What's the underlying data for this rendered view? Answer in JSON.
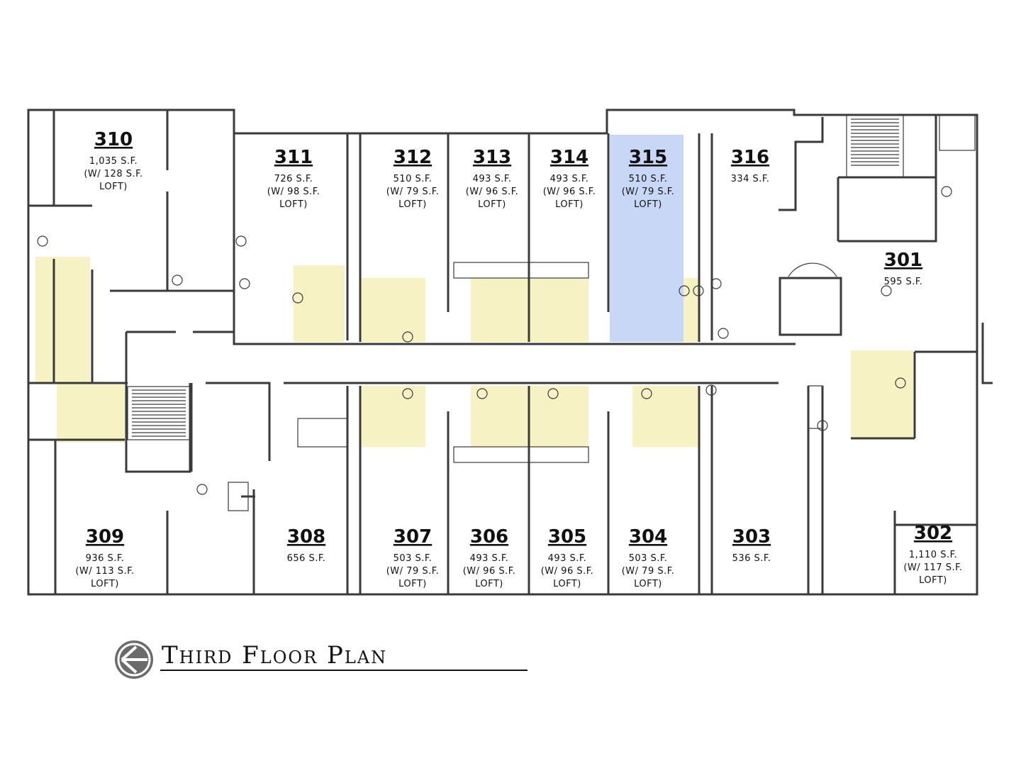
{
  "plan_title": "Third Floor Plan",
  "colors": {
    "wall": "#3a3a3a",
    "highlight_yellow": "#f7f2c4",
    "highlight_blue": "#c9d7f7",
    "north_arrow": "#6b6b6b"
  },
  "icons": {
    "north_arrow": "north-arrow-icon"
  },
  "units": [
    {
      "number": "310",
      "lines": [
        "1,035 S.F.",
        "(W/ 128 S.F.",
        "LOFT)"
      ]
    },
    {
      "number": "311",
      "lines": [
        "726 S.F.",
        "(W/ 98 S.F.",
        "LOFT)"
      ]
    },
    {
      "number": "312",
      "lines": [
        "510 S.F.",
        "(W/ 79 S.F.",
        "LOFT)"
      ]
    },
    {
      "number": "313",
      "lines": [
        "493 S.F.",
        "(W/ 96 S.F.",
        "LOFT)"
      ]
    },
    {
      "number": "314",
      "lines": [
        "493 S.F.",
        "(W/ 96 S.F.",
        "LOFT)"
      ]
    },
    {
      "number": "315",
      "lines": [
        "510 S.F.",
        "(W/ 79 S.F.",
        "LOFT)"
      ],
      "selected": true
    },
    {
      "number": "316",
      "lines": [
        "334 S.F."
      ]
    },
    {
      "number": "301",
      "lines": [
        "595 S.F."
      ]
    },
    {
      "number": "309",
      "lines": [
        "936 S.F.",
        "(W/ 113 S.F.",
        "LOFT)"
      ]
    },
    {
      "number": "308",
      "lines": [
        "656 S.F."
      ]
    },
    {
      "number": "307",
      "lines": [
        "503 S.F.",
        "(W/ 79 S.F.",
        "LOFT)"
      ]
    },
    {
      "number": "306",
      "lines": [
        "493 S.F.",
        "(W/ 96 S.F.",
        "LOFT)"
      ]
    },
    {
      "number": "305",
      "lines": [
        "493 S.F.",
        "(W/ 96 S.F.",
        "LOFT)"
      ]
    },
    {
      "number": "304",
      "lines": [
        "503 S.F.",
        "(W/ 79 S.F.",
        "LOFT)"
      ]
    },
    {
      "number": "303",
      "lines": [
        "536 S.F."
      ]
    },
    {
      "number": "302",
      "lines": [
        "1,110 S.F.",
        "(W/ 117 S.F.",
        "LOFT)"
      ]
    }
  ]
}
